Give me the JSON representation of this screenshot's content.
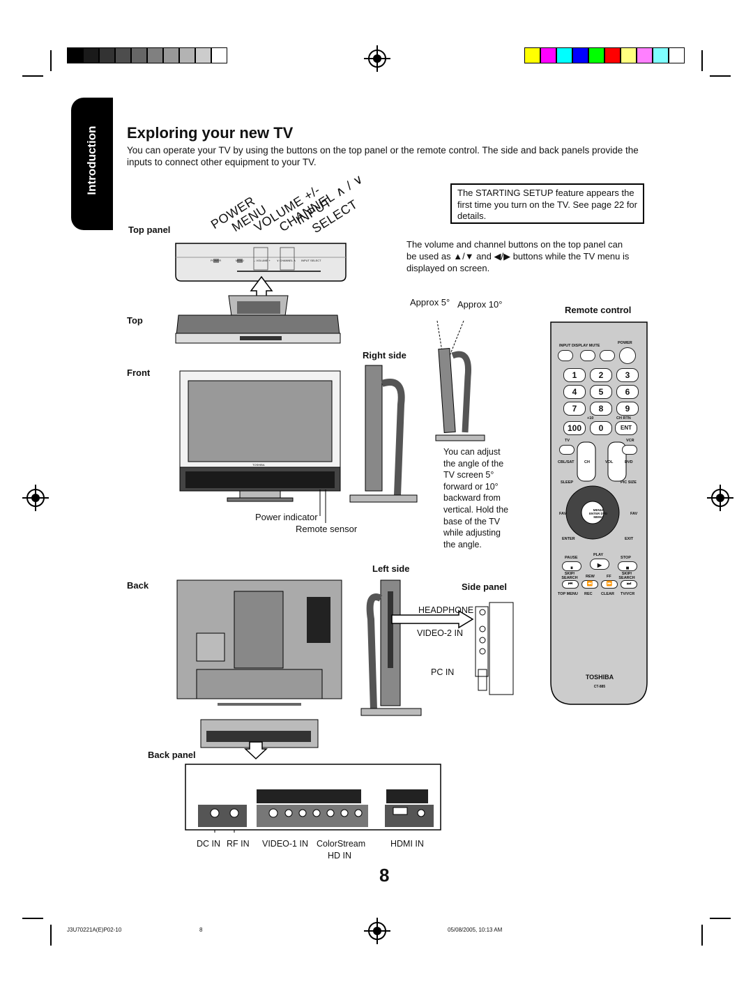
{
  "sidebar_tab": "Introduction",
  "title": "Exploring your new TV",
  "intro": "You can operate your TV by using the buttons on the top panel or the remote control. The side and back panels provide the inputs to connect other equipment to your TV.",
  "callout": "The STARTING SETUP feature appears the first time you turn on the TV. See page 22 for details.",
  "volume_note_1": "The volume and channel buttons on the top panel can",
  "volume_note_2": "be used as ▲/▼ and ◀/▶ buttons while the TV menu is",
  "volume_note_3": "displayed on screen.",
  "top_panel_buttons": [
    "POWER",
    "MENU",
    "VOLUME +/-",
    "CHANNEL ∧ / ∨",
    "INPUT",
    "SELECT"
  ],
  "top_panel_small": [
    "POWER",
    "MENU",
    "– VOLUME +",
    "∨ CHANNEL ∧",
    "INPUT  SELECT"
  ],
  "labels": {
    "top_panel": "Top panel",
    "top": "Top",
    "front": "Front",
    "right_side": "Right side",
    "left_side": "Left side",
    "back": "Back",
    "back_panel": "Back panel",
    "side_panel": "Side panel",
    "remote_control": "Remote control",
    "power_indicator": "Power indicator",
    "remote_sensor": "Remote sensor",
    "approx5": "Approx 5°",
    "approx10": "Approx 10°"
  },
  "angle_note": [
    "You can adjust",
    "the angle of the",
    "TV screen 5°",
    "forward or 10°",
    "backward from",
    "vertical. Hold the",
    "base of the TV",
    "while adjusting",
    "the angle."
  ],
  "side_ports": [
    "HEADPHONE",
    "VIDEO-2 IN",
    "PC IN"
  ],
  "back_ports": [
    "DC IN",
    "RF IN",
    "VIDEO-1 IN",
    "ColorStream",
    "HD IN",
    "HDMI IN"
  ],
  "remote": {
    "brand": "TOSHIBA",
    "model": "CT-885",
    "top_labels": "INPUT  DISPLAY  MUTE",
    "power": "POWER",
    "digits": [
      "1",
      "2",
      "3",
      "4",
      "5",
      "6",
      "7",
      "8",
      "9"
    ],
    "plus10": "+10",
    "ch_rtn": "CH RTN",
    "hundred": "100",
    "zero": "0",
    "ent": "ENT",
    "tv": "TV",
    "vcr": "VCR",
    "cbl_sat": "CBL/SAT",
    "ch": "CH",
    "vol": "VOL",
    "dvd": "DVD",
    "sleep": "SLEEP",
    "pic_size": "PIC SIZE",
    "fav": "FAV",
    "menu": "MENU/ ENTER DVD MENU",
    "enter": "ENTER",
    "exit": "EXIT",
    "pause": "PAUSE",
    "play": "PLAY",
    "stop": "STOP",
    "skip_l": "SKIP/ SEARCH",
    "rew": "REW",
    "ff": "FF",
    "skip_r": "SKIP/ SEARCH",
    "top_menu": "TOP MENU",
    "rec": "REC",
    "clear": "CLEAR",
    "tv_vcr": "TV/VCR"
  },
  "page_number": "8",
  "footer": {
    "left": "J3U70221A(E)P02-10",
    "middle": "8",
    "right": "05/08/2005, 10:13 AM"
  },
  "colors": {
    "gray_bar": [
      "#000000",
      "#1a1a1a",
      "#333333",
      "#4d4d4d",
      "#666666",
      "#808080",
      "#999999",
      "#b3b3b3",
      "#cccccc",
      "#ffffff"
    ],
    "color_bar": [
      "#ffff00",
      "#ff00ff",
      "#00ffff",
      "#0000ff",
      "#00ff00",
      "#ff0000",
      "#ffff80",
      "#ff80ff",
      "#80ffff",
      "#ffffff"
    ]
  }
}
